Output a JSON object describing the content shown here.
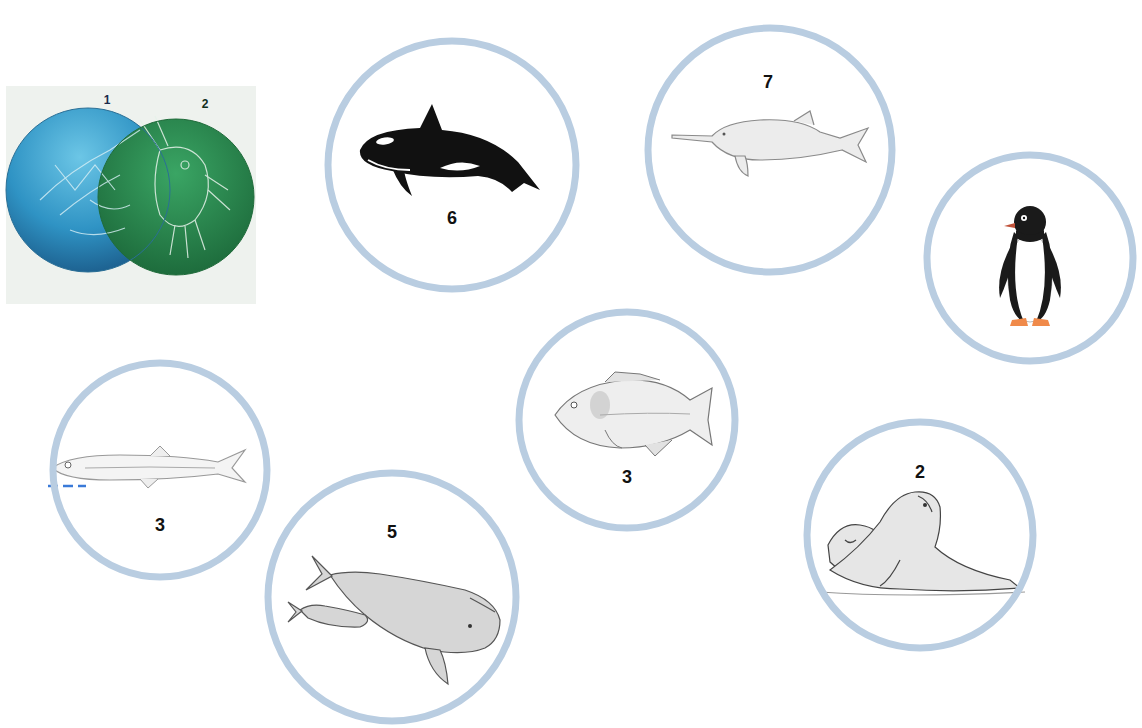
{
  "diagram": {
    "nodes": [
      {
        "text": [
          "1"
        ]
      },
      {
        "text": [
          "2"
        ]
      },
      {
        "text": [
          "6"
        ]
      },
      {
        "text": [
          "7"
        ]
      },
      {
        "text": [
          "3"
        ]
      },
      {
        "text": [
          "3"
        ]
      },
      {
        "text": [
          "2"
        ]
      },
      {
        "text": [
          "5"
        ]
      }
    ]
  }
}
